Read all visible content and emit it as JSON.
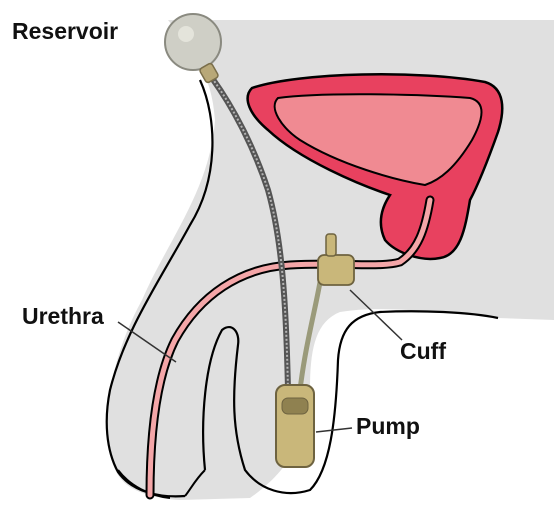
{
  "labels": {
    "reservoir": "Reservoir",
    "urethra": "Urethra",
    "cuff": "Cuff",
    "pump": "Pump"
  },
  "colors": {
    "body_fill": "#e0e0e0",
    "outline": "#000000",
    "bladder_outer": "#e8415f",
    "bladder_inner": "#f08a92",
    "urethra": "#f4a6a8",
    "tubing": "#7a7a7a",
    "pump": "#c9b77a",
    "reservoir": "#cfcfc6"
  },
  "icons": {
    "reservoir": "reservoir-balloon-icon",
    "pump": "pump-bulb-icon",
    "cuff": "cuff-ring-icon"
  }
}
